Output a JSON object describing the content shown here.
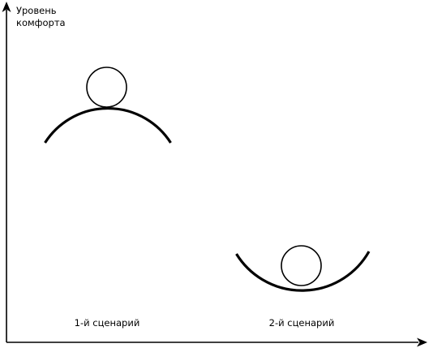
{
  "y_axis_label": {
    "line1": "Уровень",
    "line2": "комфорта"
  },
  "scenarios": [
    {
      "label": "1-й сценарий",
      "curve": "hill-convex-up"
    },
    {
      "label": "2-й сценарий",
      "curve": "valley-concave-up"
    }
  ],
  "colors": {
    "stroke": "#000000",
    "background": "#ffffff"
  }
}
